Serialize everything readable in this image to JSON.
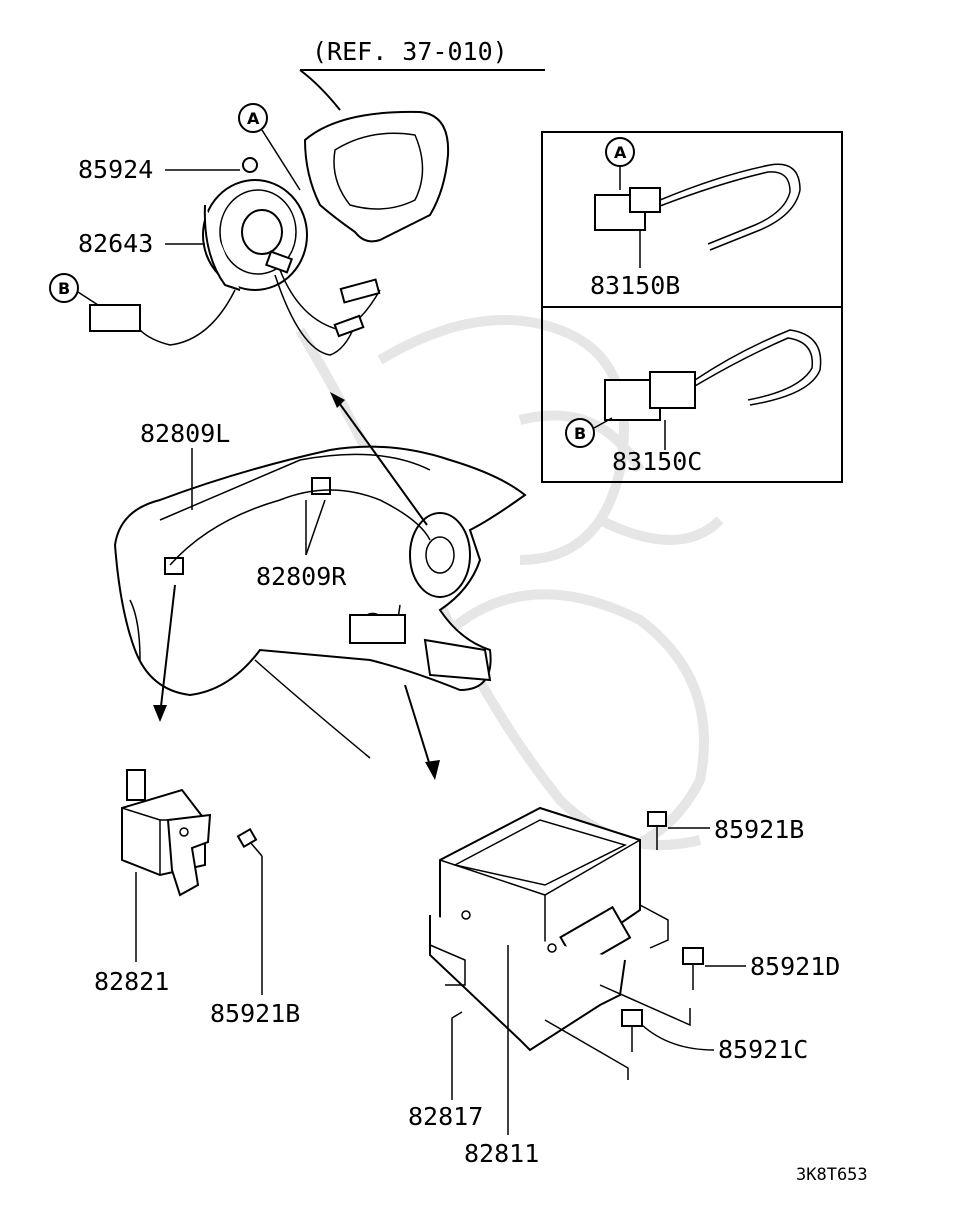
{
  "reference": "(REF. 37-010)",
  "callouts": {
    "a": "A",
    "b": "B"
  },
  "parts": {
    "p85924": "85924",
    "p82643": "82643",
    "p83150B": "83150B",
    "p83150C": "83150C",
    "p82809L": "82809L",
    "p82809R": "82809R",
    "p82821": "82821",
    "p85921B_left": "85921B",
    "p85921B_right": "85921B",
    "p85921D": "85921D",
    "p85921C": "85921C",
    "p82817": "82817",
    "p82811": "82811"
  },
  "diagram_code": "3K8T653",
  "colors": {
    "line": "#000000",
    "watermark": "#e6e6e6",
    "background": "#ffffff"
  }
}
